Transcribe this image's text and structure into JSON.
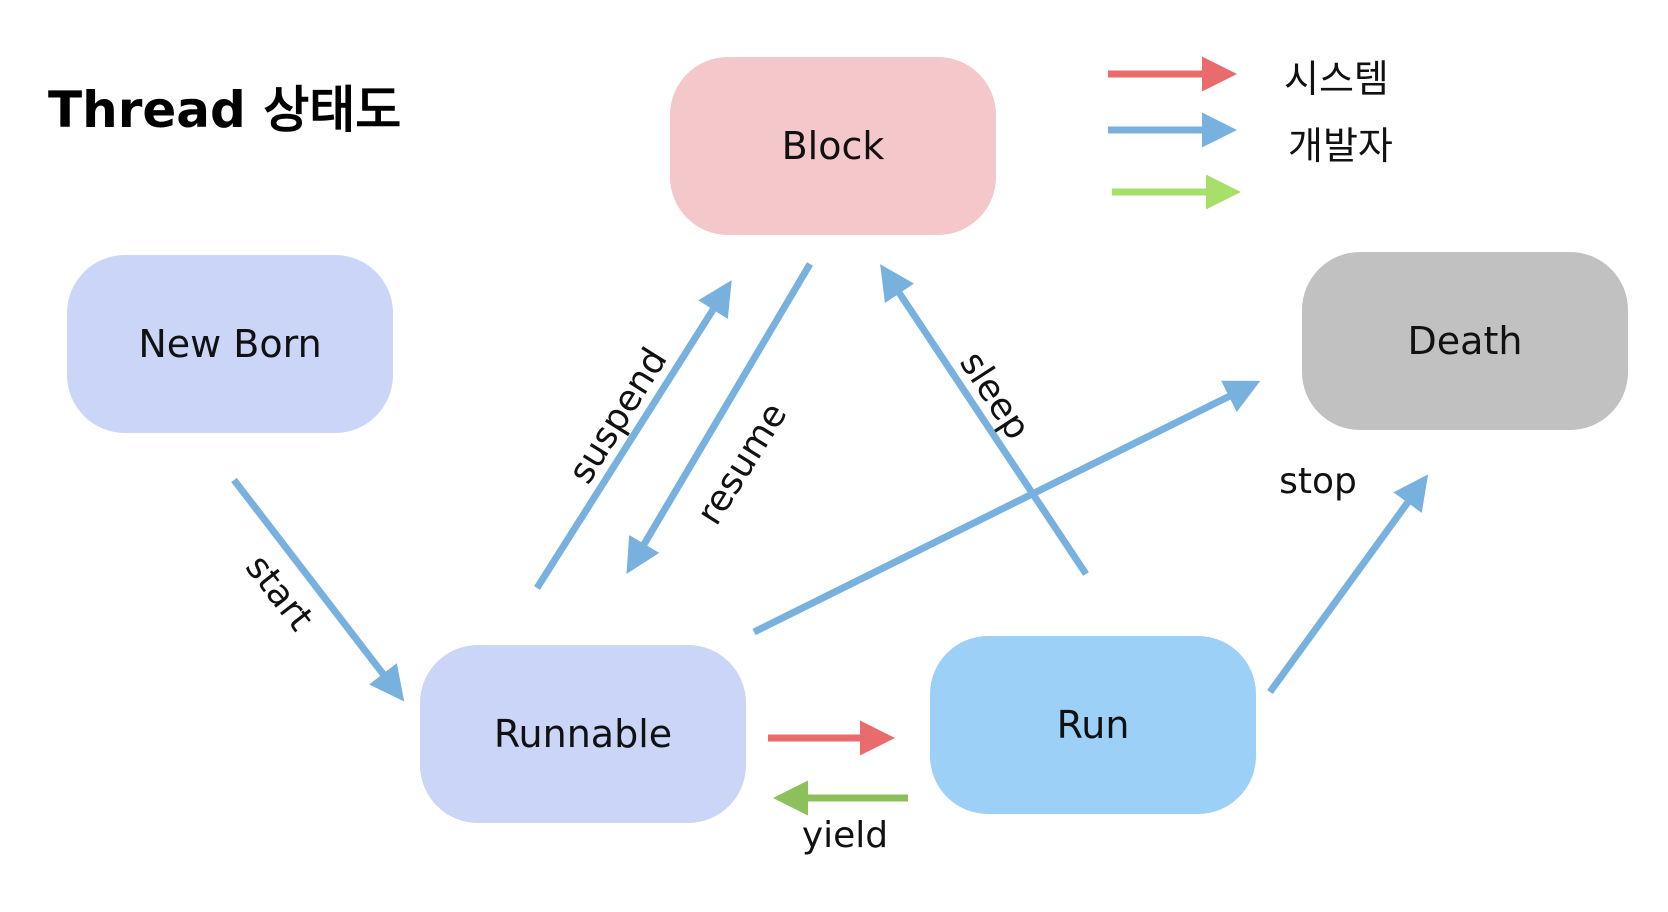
{
  "title": "Thread 상태도",
  "states": {
    "new_born": {
      "label": "New Born",
      "color": "#cad5f8"
    },
    "runnable": {
      "label": "Runnable",
      "color": "#cad5f8"
    },
    "block": {
      "label": "Block",
      "color": "#f4c7cb"
    },
    "run": {
      "label": "Run",
      "color": "#9dd0f7"
    },
    "death": {
      "label": "Death",
      "color": "#c1c1c1"
    }
  },
  "transitions": [
    {
      "from": "New Born",
      "to": "Runnable",
      "label": "start",
      "kind": "developer"
    },
    {
      "from": "Runnable",
      "to": "Block",
      "label": "suspend",
      "kind": "developer"
    },
    {
      "from": "Block",
      "to": "Runnable",
      "label": "resume",
      "kind": "developer"
    },
    {
      "from": "Run",
      "to": "Block",
      "label": "sleep",
      "kind": "developer"
    },
    {
      "from": "Runnable",
      "to": "Death",
      "label": "",
      "kind": "developer"
    },
    {
      "from": "Run",
      "to": "Death",
      "label": "stop",
      "kind": "developer"
    },
    {
      "from": "Runnable",
      "to": "Run",
      "label": "",
      "kind": "system"
    },
    {
      "from": "Run",
      "to": "Runnable",
      "label": "yield",
      "kind": "green"
    }
  ],
  "legend": [
    {
      "label": "시스템",
      "color": "#e96b6b"
    },
    {
      "label": "개발자",
      "color": "#79b1de"
    },
    {
      "label": "",
      "color": "#a8df6a"
    }
  ],
  "colors": {
    "system": "#e96b6b",
    "developer": "#79b1de",
    "green": "#8cc05a"
  }
}
